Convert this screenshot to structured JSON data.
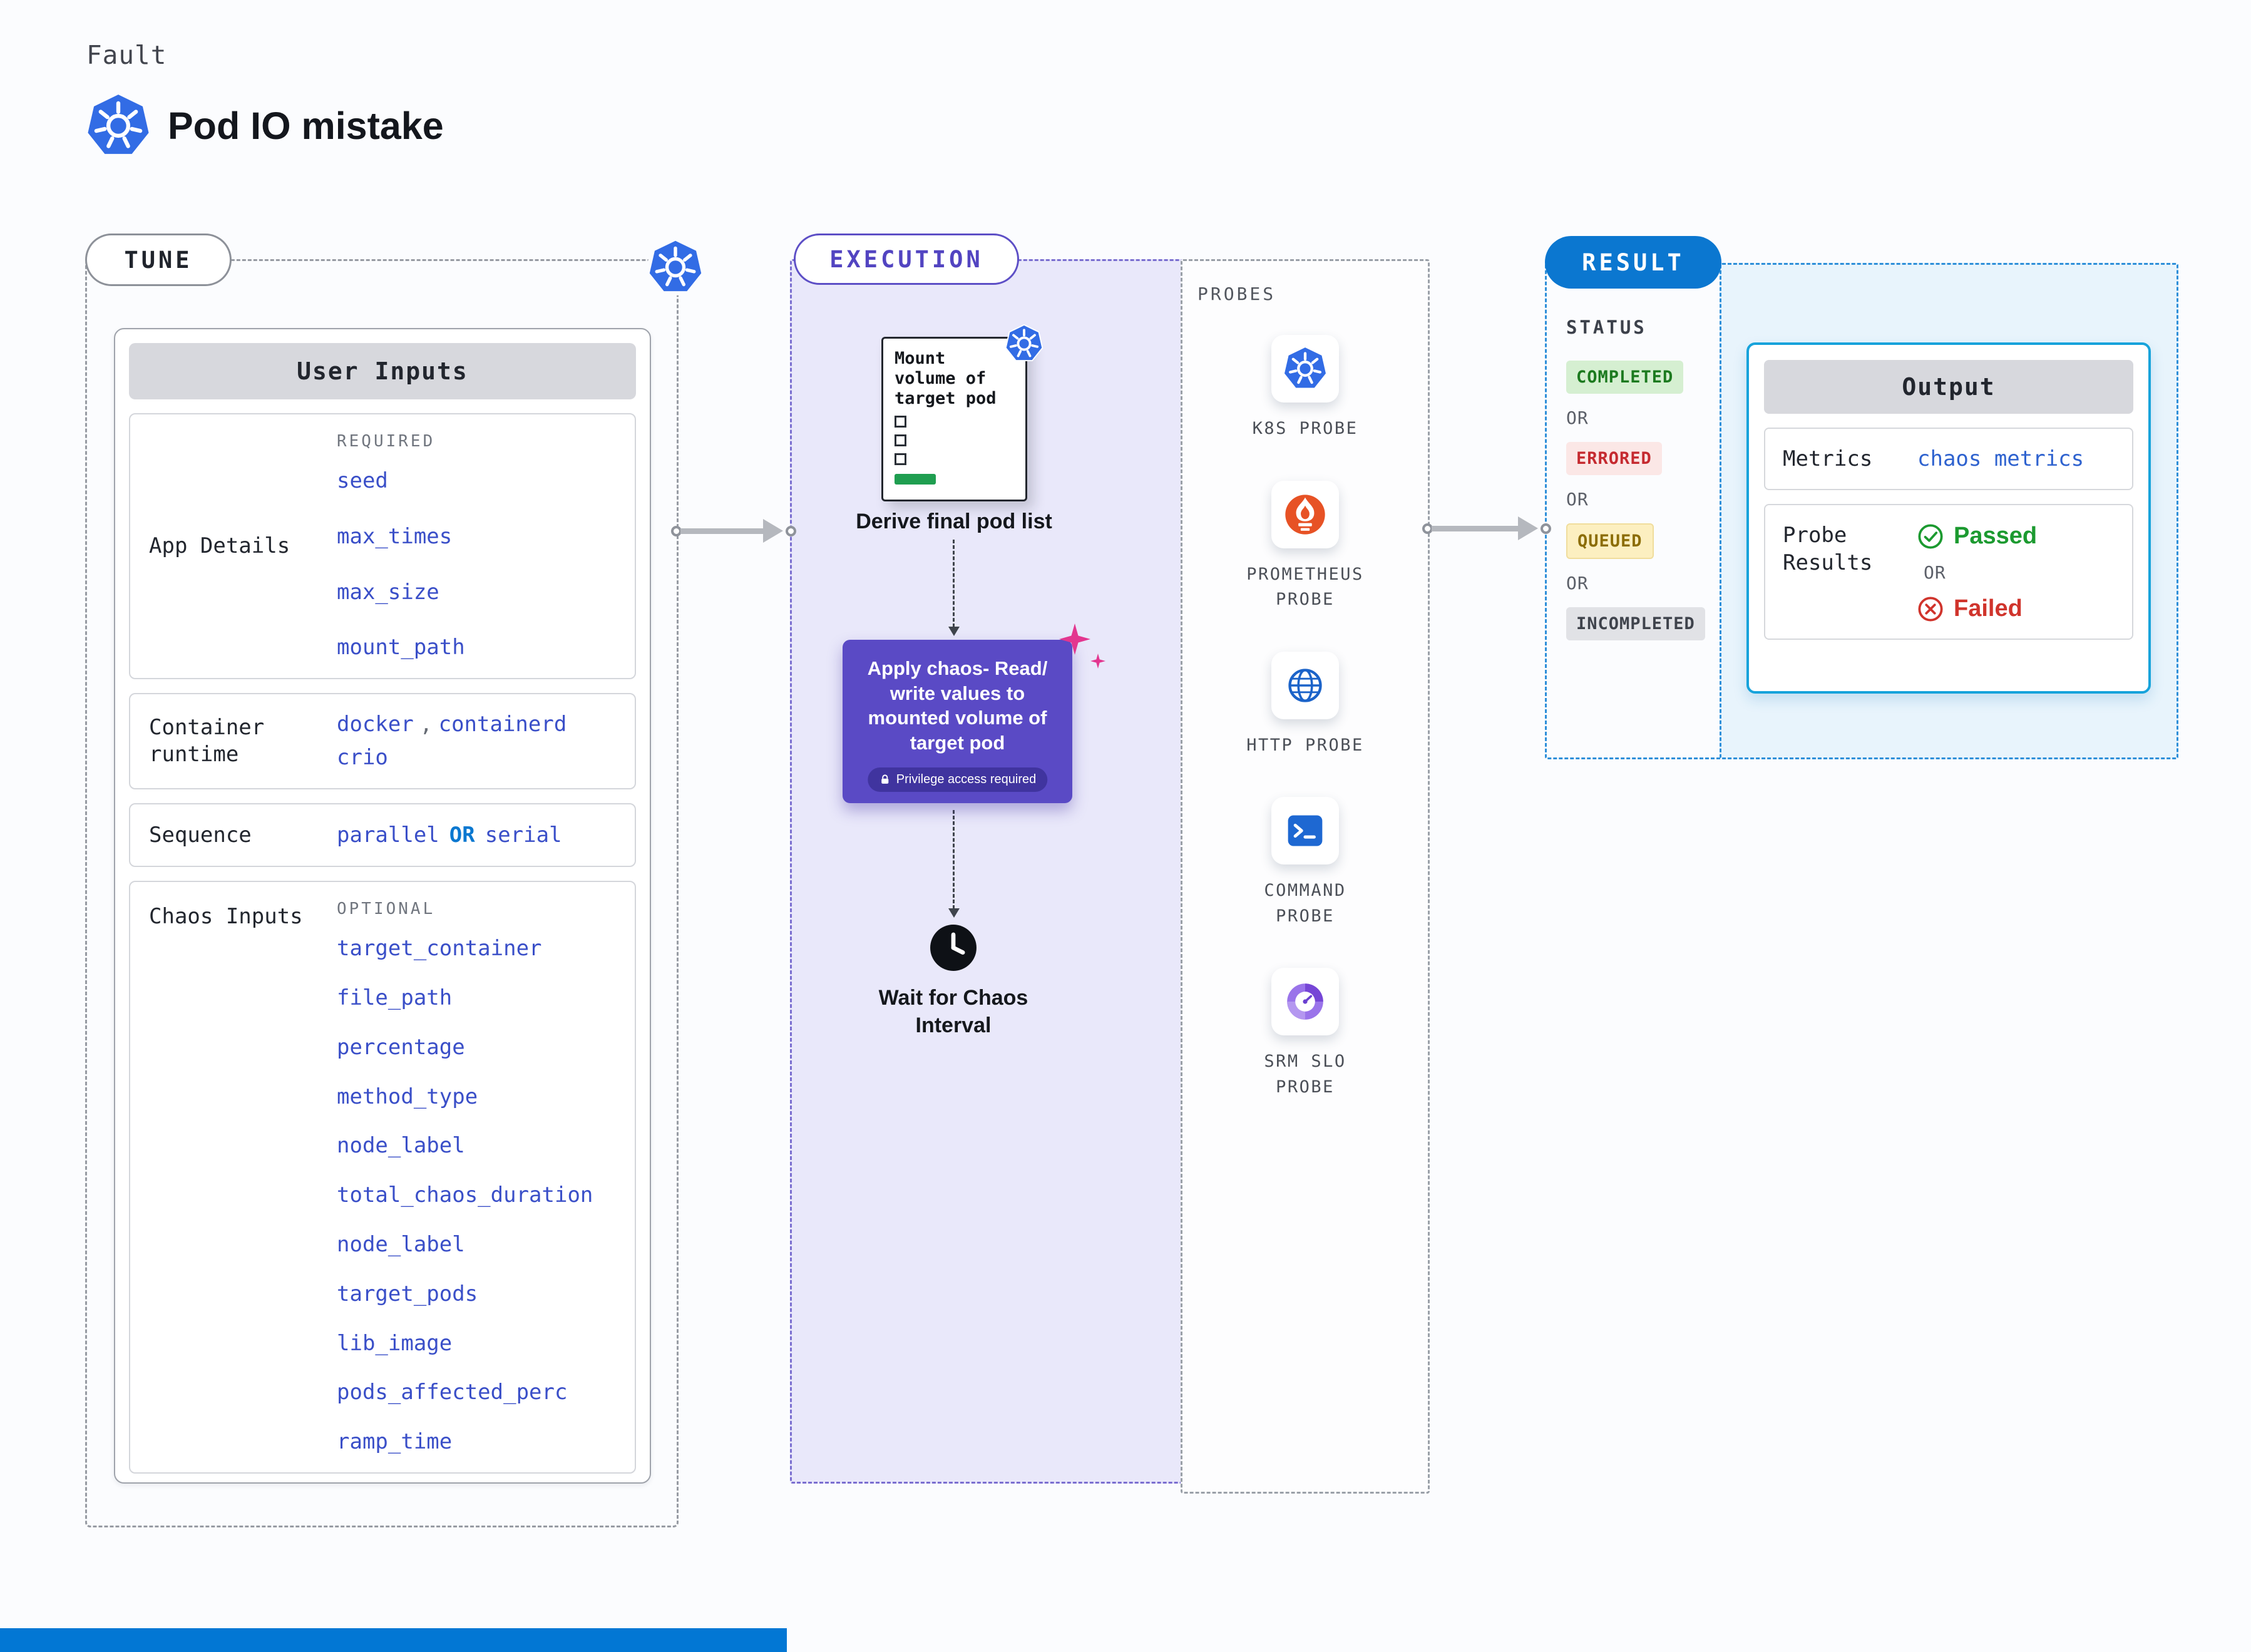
{
  "page": {
    "kicker": "Fault",
    "title": "Pod IO mistake"
  },
  "tune": {
    "label": "TUNE",
    "card_title": "User Inputs",
    "app_details": {
      "label": "App Details",
      "tag": "REQUIRED",
      "links": [
        "seed",
        "max_times",
        "max_size",
        "mount_path"
      ]
    },
    "container_runtime": {
      "label": "Container runtime",
      "value1": "docker",
      "comma": ",",
      "value2": "containerd",
      "value3": "crio"
    },
    "sequence": {
      "label": "Sequence",
      "value1": "parallel",
      "or": "OR",
      "value2": "serial"
    },
    "chaos_inputs": {
      "label": "Chaos Inputs",
      "tag": "OPTIONAL",
      "links": [
        "target_container",
        "file_path",
        "percentage",
        "method_type",
        "node_label",
        "total_chaos_duration",
        "node_label",
        "target_pods",
        "lib_image",
        "pods_affected_perc",
        "ramp_time"
      ]
    }
  },
  "execution": {
    "label": "EXECUTION",
    "mount_note": {
      "text": "Mount volume of target pod",
      "caption": "Derive final pod list"
    },
    "chaos_step": {
      "text": "Apply chaos- Read/ write values to mounted volume of target pod",
      "badge": "Privilege access required"
    },
    "wait_step": "Wait for Chaos Interval",
    "probes": {
      "title": "PROBES",
      "items": [
        {
          "name": "K8S PROBE",
          "icon": "kubernetes-icon"
        },
        {
          "name": "PROMETHEUS PROBE",
          "icon": "prometheus-icon"
        },
        {
          "name": "HTTP PROBE",
          "icon": "globe-icon"
        },
        {
          "name": "COMMAND PROBE",
          "icon": "terminal-icon"
        },
        {
          "name": "SRM SLO PROBE",
          "icon": "gauge-icon"
        }
      ]
    }
  },
  "result": {
    "label": "RESULT",
    "status": {
      "title": "STATUS",
      "or": "OR",
      "badges": [
        {
          "label": "COMPLETED",
          "type": "success"
        },
        {
          "label": "ERRORED",
          "type": "error"
        },
        {
          "label": "QUEUED",
          "type": "warning"
        },
        {
          "label": "INCOMPLETED",
          "type": "neutral"
        }
      ]
    },
    "output": {
      "title": "Output",
      "metrics_label": "Metrics",
      "metrics_value": "chaos metrics",
      "probe_label": "Probe Results",
      "passed": "Passed",
      "or": "OR",
      "failed": "Failed"
    }
  },
  "colors": {
    "kubernetes_blue": "#326ce5",
    "link_indigo": "#3a4fc8",
    "sequence_or_blue": "#0b78d0",
    "execution_purple": "#5a4ac5",
    "result_blue": "#0b77d0",
    "success_green": "#1c9a30",
    "error_red": "#d0342c",
    "warning_yellow": "#8c6d05",
    "prometheus_orange": "#e75225",
    "progress_green": "#1f9e50"
  }
}
